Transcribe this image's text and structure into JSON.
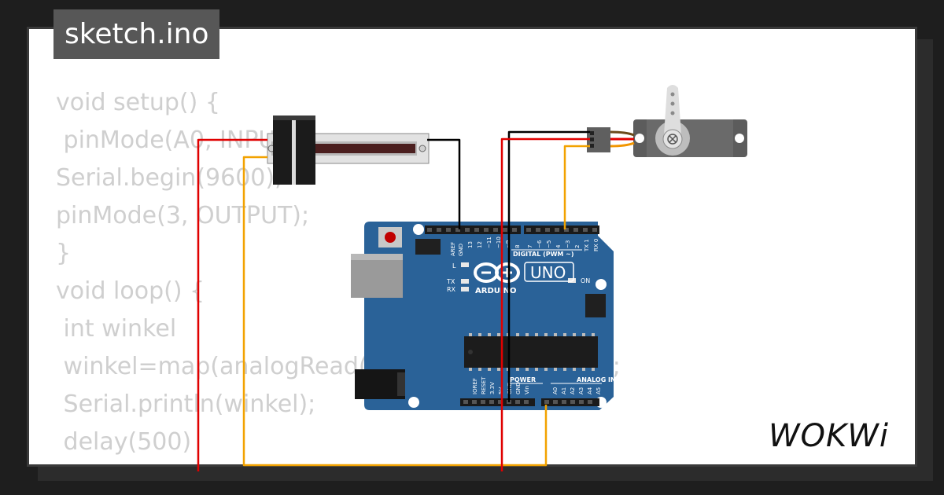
{
  "tab": {
    "title": "sketch.ino"
  },
  "code": {
    "lines": [
      "void setup() {",
      " pinMode(A0, INPUT);",
      "Serial.begin(9600);",
      "pinMode(3, OUTPUT);",
      "}",
      "void loop() {",
      " int winkel",
      " winkel=map(analogRead(A0), 0, 1023, 0, 180);",
      " Serial.println(winkel);",
      " delay(500)",
      "}"
    ]
  },
  "board": {
    "brand": "ARDUINO",
    "model": "UNO",
    "digital_label": "DIGITAL (PWM ~)",
    "analog_label": "ANALOG IN",
    "power_label": "POWER",
    "led_l": "L",
    "led_tx": "TX",
    "led_rx": "RX",
    "led_on": "ON",
    "digital_pins": [
      "AREF",
      "GND",
      "13",
      "12",
      "~11",
      "~10",
      "~9",
      "8",
      "7",
      "~6",
      "~5",
      "4",
      "~3",
      "2",
      "TX 1",
      "RX 0"
    ],
    "power_pins": [
      "IOREF",
      "RESET",
      "3.3V",
      "5V",
      "GND",
      "GND",
      "Vin"
    ],
    "analog_pins": [
      "A0",
      "A1",
      "A2",
      "A3",
      "A4",
      "A5"
    ]
  },
  "logo": {
    "text": "WOKWi"
  },
  "colors": {
    "background": "#1e1e1e",
    "card": "#ffffff",
    "code_text": "#cfcfcf",
    "board_blue": "#2a6298",
    "wire_red": "#e00000",
    "wire_black": "#000000",
    "wire_orange": "#f2a200"
  }
}
